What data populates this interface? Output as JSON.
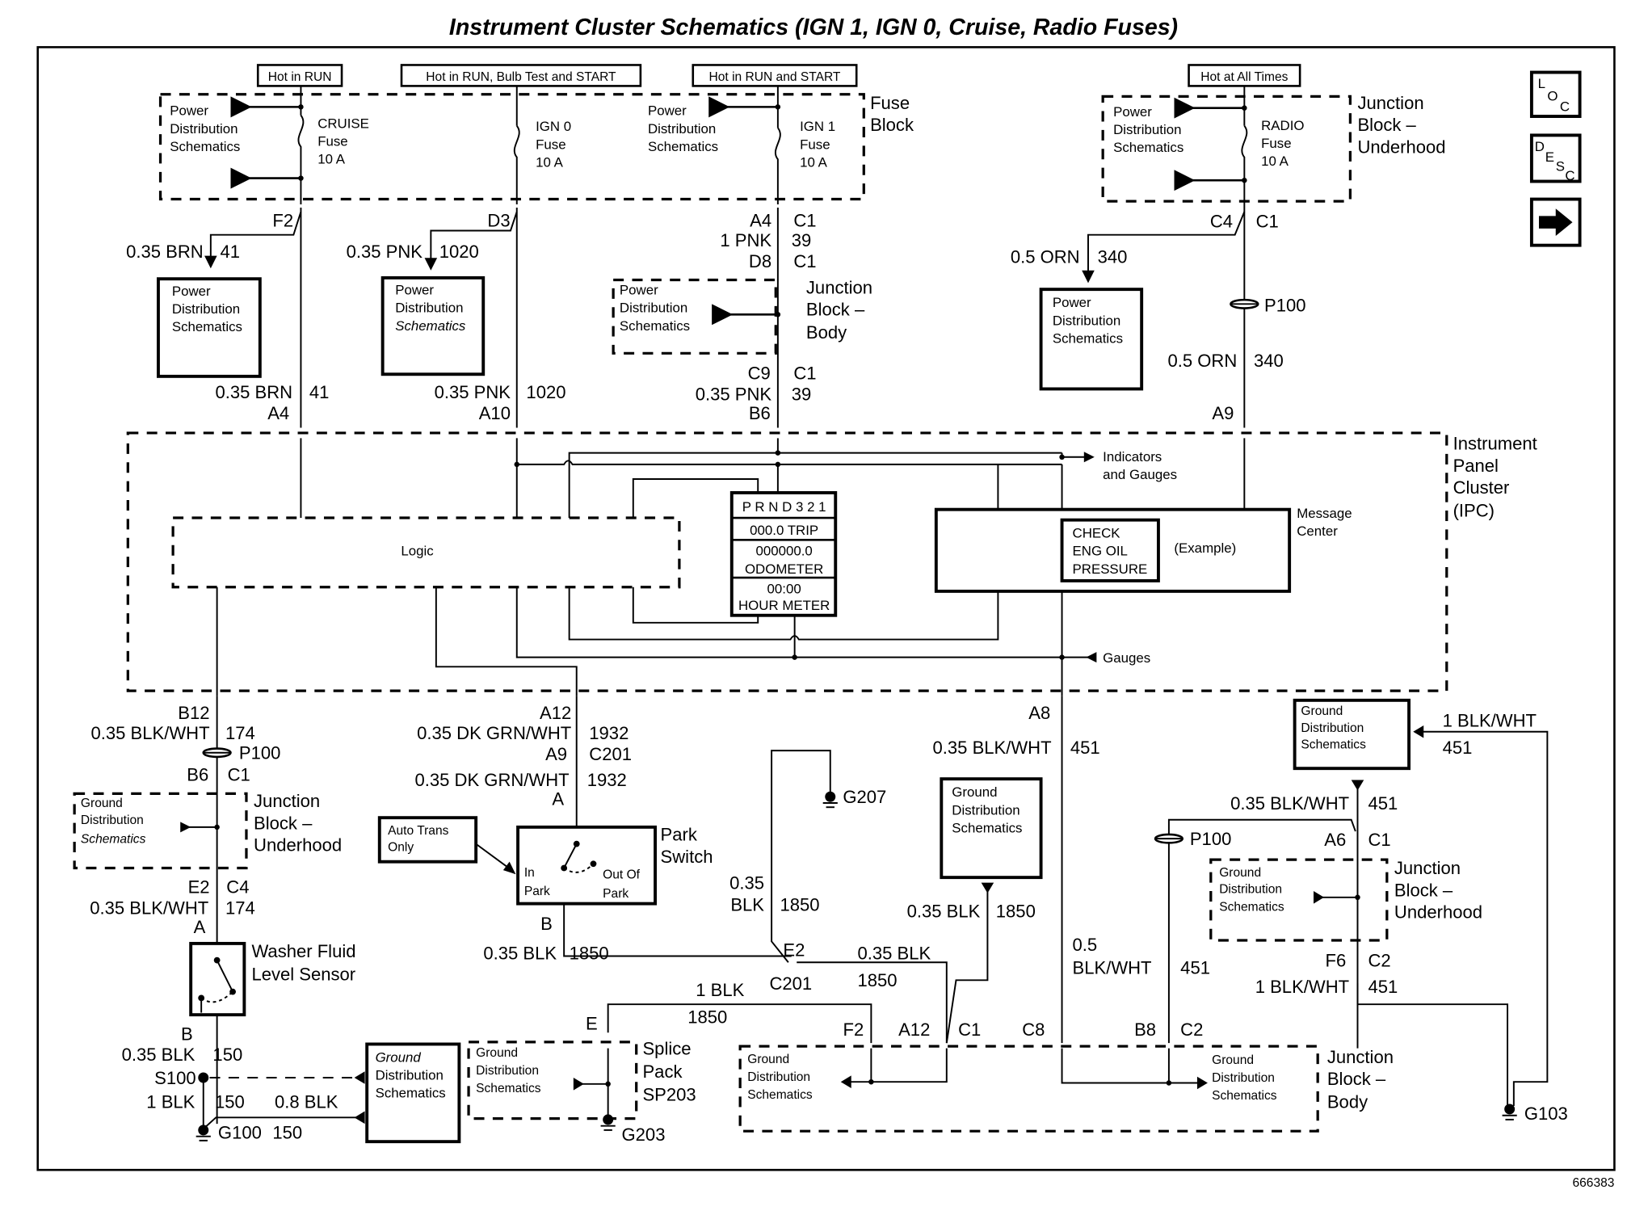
{
  "title": "Instrument Cluster Schematics (IGN 1, IGN 0, Cruise, Radio Fuses)",
  "figure_id": "666383",
  "nav": {
    "loc_label": [
      "L",
      "O",
      "C"
    ],
    "desc_label": [
      "D",
      "E",
      "S",
      "C"
    ],
    "next_icon": "right-arrow-icon"
  },
  "power_states": {
    "cruise": "Hot in RUN",
    "ign0": "Hot in RUN, Bulb Test and START",
    "ign1": "Hot in RUN and START",
    "radio": "Hot at All Times"
  },
  "fuse_block": {
    "label_1": "Fuse",
    "label_2": "Block",
    "cruise_fuse": [
      "CRUISE",
      "Fuse",
      "10 A"
    ],
    "ign0_fuse": [
      "IGN 0",
      "Fuse",
      "10 A"
    ],
    "ign1_fuse": [
      "IGN 1",
      "Fuse",
      "10 A"
    ]
  },
  "radio_block": {
    "label": [
      "Junction",
      "Block –",
      "Underhood"
    ],
    "fuse": [
      "RADIO",
      "Fuse",
      "10 A"
    ]
  },
  "pds": [
    "Power",
    "Distribution",
    "Schematics"
  ],
  "gds": [
    "Ground",
    "Distribution",
    "Schematics"
  ],
  "circuits": {
    "c41": {
      "term_top": "F2",
      "wire": "0.35 BRN",
      "num": "41",
      "term_ipc": "A4"
    },
    "c1020": {
      "term_top": "D3",
      "wire": "0.35 PNK",
      "num": "1020",
      "term_ipc": "A10"
    },
    "c39": {
      "term_a4": "A4",
      "conn_c1a": "C1",
      "wire_1": "1 PNK",
      "num": "39",
      "term_d8": "D8",
      "conn_c1b": "C1",
      "jb_label": [
        "Junction",
        "Block –",
        "Body"
      ],
      "term_c9": "C9",
      "conn_c1c": "C1",
      "wire_2": "0.35 PNK",
      "term_b6": "B6"
    },
    "c340": {
      "term_c4": "C4",
      "conn_c1": "C1",
      "wire_1": "0.5 ORN",
      "num": "340",
      "splice": "P100",
      "wire_2": "0.5 ORN",
      "term_ipc": "A9"
    }
  },
  "ipc": {
    "label": [
      "Instrument",
      "Panel",
      "Cluster",
      "(IPC)"
    ],
    "logic": "Logic",
    "indicators": [
      "Indicators",
      "and Gauges"
    ],
    "gauges": "Gauges",
    "display": {
      "prnd": "P R N D 3 2 1",
      "trip": "000.0 TRIP",
      "odo_value": "000000.0",
      "odo_label": "ODOMETER",
      "hour_value": "00:00",
      "hour_label": "HOUR METER"
    },
    "message_center": {
      "label": [
        "Message",
        "Center"
      ],
      "msg": [
        "CHECK",
        "ENG OIL",
        "PRESSURE"
      ],
      "example": "(Example)"
    }
  },
  "washer": {
    "term_b12": "B12",
    "wire_1": "0.35 BLK/WHT",
    "num": "174",
    "splice": "P100",
    "term_b6": "B6",
    "conn_c1": "C1",
    "jb_label": [
      "Junction",
      "Block –",
      "Underhood"
    ],
    "term_e2": "E2",
    "conn_c4": "C4",
    "wire_2": "0.35 BLK/WHT",
    "num_2": "174",
    "term_a": "A",
    "sensor_label": [
      "Washer Fluid",
      "Level Sensor"
    ],
    "term_b": "B",
    "wire_3": "0.35 BLK",
    "num_3": "150",
    "splice_s100": "S100",
    "wire_4": "1 BLK",
    "num_4": "150",
    "wire_5": "0.8 BLK",
    "ground": "G100",
    "num_5": "150"
  },
  "park": {
    "term_a12": "A12",
    "wire_1": "0.35 DK GRN/WHT",
    "num": "1932",
    "term_a9": "A9",
    "conn_c201": "C201",
    "wire_2": "0.35 DK GRN/WHT",
    "num_2": "1932",
    "term_a": "A",
    "note": [
      "Auto Trans",
      "Only"
    ],
    "label": [
      "Park",
      "Switch"
    ],
    "in_park": [
      "In",
      "Park"
    ],
    "out_park": [
      "Out Of",
      "Park"
    ],
    "term_b": "B",
    "wire_3": "0.35 BLK",
    "num_3": "1850"
  },
  "ground_c201": {
    "g207": "G207",
    "wire_1": [
      "0.35",
      "BLK"
    ],
    "num": "1850",
    "term_e2": "E2",
    "conn": "C201",
    "wire_2": "0.35 BLK",
    "num_2": "1850",
    "wire_3": "1 BLK",
    "num_3": "1850",
    "term_e": "E",
    "splice_label": [
      "Splice",
      "Pack",
      "SP203"
    ],
    "g203": "G203"
  },
  "ground_451": {
    "term_a8": "A8",
    "wire_1": "0.35 BLK/WHT",
    "num": "451",
    "wire_2": "0.35 BLK",
    "num_2": "1850",
    "wire_3": [
      "0.5",
      "BLK/WHT"
    ],
    "num_3": "451",
    "wire_4": "1 BLK/WHT",
    "num_4": "451",
    "wire_5": "0.35 BLK/WHT",
    "num_5": "451",
    "splice": "P100",
    "term_a6": "A6",
    "conn_c1": "C1",
    "jb_label": [
      "Junction",
      "Block –",
      "Underhood"
    ],
    "term_f6": "F6",
    "conn_c2": "C2",
    "wire_6": "1 BLK/WHT",
    "num_6": "451",
    "g103": "G103"
  },
  "jb_body_bottom": {
    "label": [
      "Junction",
      "Block –",
      "Body"
    ],
    "f2": "F2",
    "a12": "A12",
    "c1": "C1",
    "c8": "C8",
    "b8": "B8",
    "c2": "C2"
  }
}
